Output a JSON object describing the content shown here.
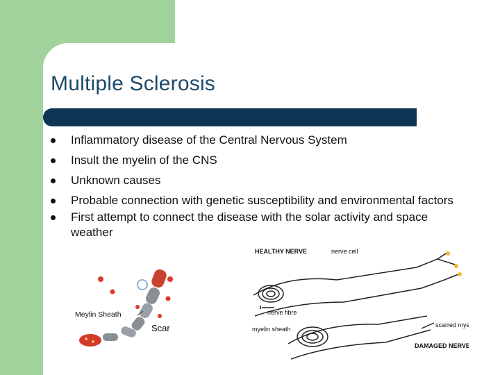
{
  "slide": {
    "title": "Multiple Sclerosis",
    "bullets": [
      "Inflammatory disease of the Central Nervous System",
      "Insult the myelin of the CNS",
      "Unknown causes",
      "Probable connection with genetic susceptibility and environmental factors",
      "First attempt to connect the disease with the solar activity and space weather"
    ]
  },
  "left_illustration": {
    "label_sheath": "Meylin Sheath",
    "label_scar": "Scar"
  },
  "right_illustration": {
    "label_healthy": "HEALTHY NERVE",
    "label_nerve_cell": "nerve cell",
    "label_nerve_fibre": "nerve fibre",
    "label_myelin_sheath": "myelin sheath",
    "label_scarred_myelin": "scarred myelin",
    "label_damaged": "DAMAGED NERVE"
  },
  "colors": {
    "background_green": "#a3d39c",
    "title_text": "#1b4a6b",
    "title_bar": "#0c3556"
  }
}
